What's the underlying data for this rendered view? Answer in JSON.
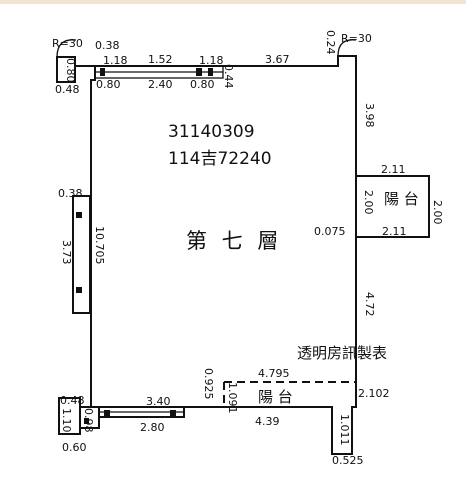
{
  "plan": {
    "case_number": "31140309",
    "building_number": "114吉72240",
    "floor_name": "第 七 層",
    "note": "透明房訊製表",
    "balcony_right_label": "陽 台",
    "balcony_bottom_label": "陽 台",
    "radius_left": "R=30",
    "radius_right": "R=30"
  },
  "dims": {
    "top_0_38": "0.38",
    "top_1_18a": "1.18",
    "top_1_52": "1.52",
    "top_1_18b": "1.18",
    "top_3_67": "3.67",
    "top_0_24": "0.24",
    "top_0_80_left": "0.80",
    "top_2_40": "2.40",
    "top_0_80_right": "0.80",
    "top_0_44": "0.44",
    "left_0_80": "0.80",
    "left_0_48_top": "0.48",
    "left_0_38": "0.38",
    "left_10_705": "10.705",
    "left_3_73": "3.73",
    "left_0_48_bottom": "0.48",
    "left_1_10": "1.10",
    "left_0_98": "0.98",
    "left_0_60": "0.60",
    "right_3_98": "3.98",
    "balcony_2_11_top": "2.11",
    "balcony_2_00_left": "2.00",
    "balcony_2_00_right": "2.00",
    "balcony_2_11_bottom": "2.11",
    "right_0_075": "0.075",
    "right_4_72": "4.72",
    "bottom_4_795": "4.795",
    "bottom_0_925": "0.925",
    "bottom_1_091": "1.091",
    "bottom_3_40": "3.40",
    "bottom_2_80": "2.80",
    "bottom_4_39": "4.39",
    "bottom_2_102": "2.102",
    "bottom_1_011": "1.011",
    "bottom_0_525": "0.525"
  }
}
